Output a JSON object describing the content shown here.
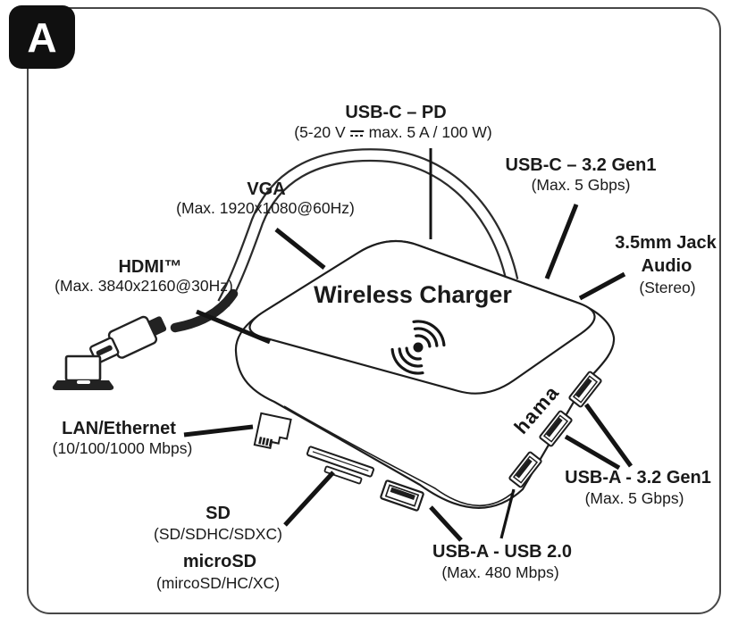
{
  "page": {
    "tab_letter": "A",
    "ink": "#1a1a1a",
    "border": "#474747",
    "background": "#ffffff"
  },
  "device": {
    "type_label": "Wireless Charger",
    "brand": "hama",
    "features": [
      "wireless-charging-icon",
      "rj45-lan-port",
      "sd-card-slot",
      "microsd-card-slot",
      "usb-a-port-front",
      "usb-a-port-side-1",
      "usb-a-port-side-2",
      "usb-a-port-side-3",
      "usb-c-host-cable",
      "usb-c-plug-icon",
      "laptop-icon"
    ]
  },
  "labels": {
    "usb_c_pd": {
      "title": "USB-C – PD",
      "sub_left": "(5-20 V",
      "sub_symbol": "dc-voltage-icon",
      "sub_right": "max. 5 A / 100 W)"
    },
    "usb_c_gen1": {
      "title": "USB-C – 3.2 Gen1",
      "sub": "(Max. 5 Gbps)"
    },
    "jack": {
      "title1": "3.5mm Jack",
      "title2": "Audio",
      "sub": "(Stereo)"
    },
    "vga": {
      "title": "VGA",
      "sub": "(Max. 1920x1080@60Hz)"
    },
    "hdmi": {
      "title": "HDMI™",
      "sub": "(Max. 3840x2160@30Hz)"
    },
    "lan": {
      "title": "LAN/Ethernet",
      "sub": "(10/100/1000 Mbps)"
    },
    "sd": {
      "title": "SD",
      "sub": "(SD/SDHC/SDXC)",
      "title2": "microSD",
      "sub2": "(mircoSD/HC/XC)"
    },
    "usb_a_20": {
      "title": "USB-A - USB 2.0",
      "sub": "(Max. 480 Mbps)"
    },
    "usb_a_32": {
      "title": "USB-A - 3.2 Gen1",
      "sub": "(Max. 5 Gbps)"
    }
  }
}
